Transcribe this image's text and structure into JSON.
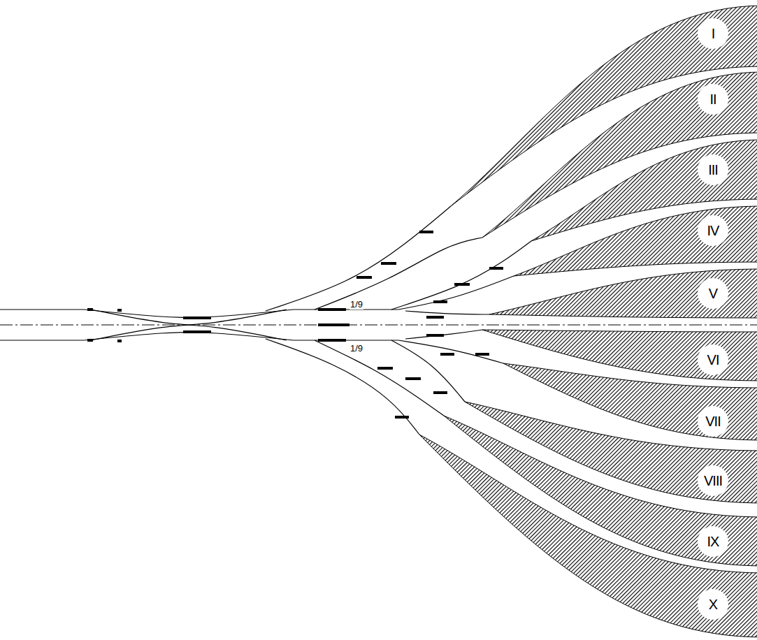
{
  "diagram": {
    "nodes": [
      {
        "text": [
          "I"
        ]
      },
      {
        "text": [
          "II"
        ]
      },
      {
        "text": [
          "III"
        ]
      },
      {
        "text": [
          "IV"
        ]
      },
      {
        "text": [
          "V"
        ]
      },
      {
        "text": [
          "VI"
        ]
      },
      {
        "text": [
          "VII"
        ]
      },
      {
        "text": [
          "VIII"
        ]
      },
      {
        "text": [
          "IX"
        ]
      },
      {
        "text": [
          "X"
        ]
      }
    ],
    "labels": [
      "1/9",
      "1/9"
    ]
  }
}
